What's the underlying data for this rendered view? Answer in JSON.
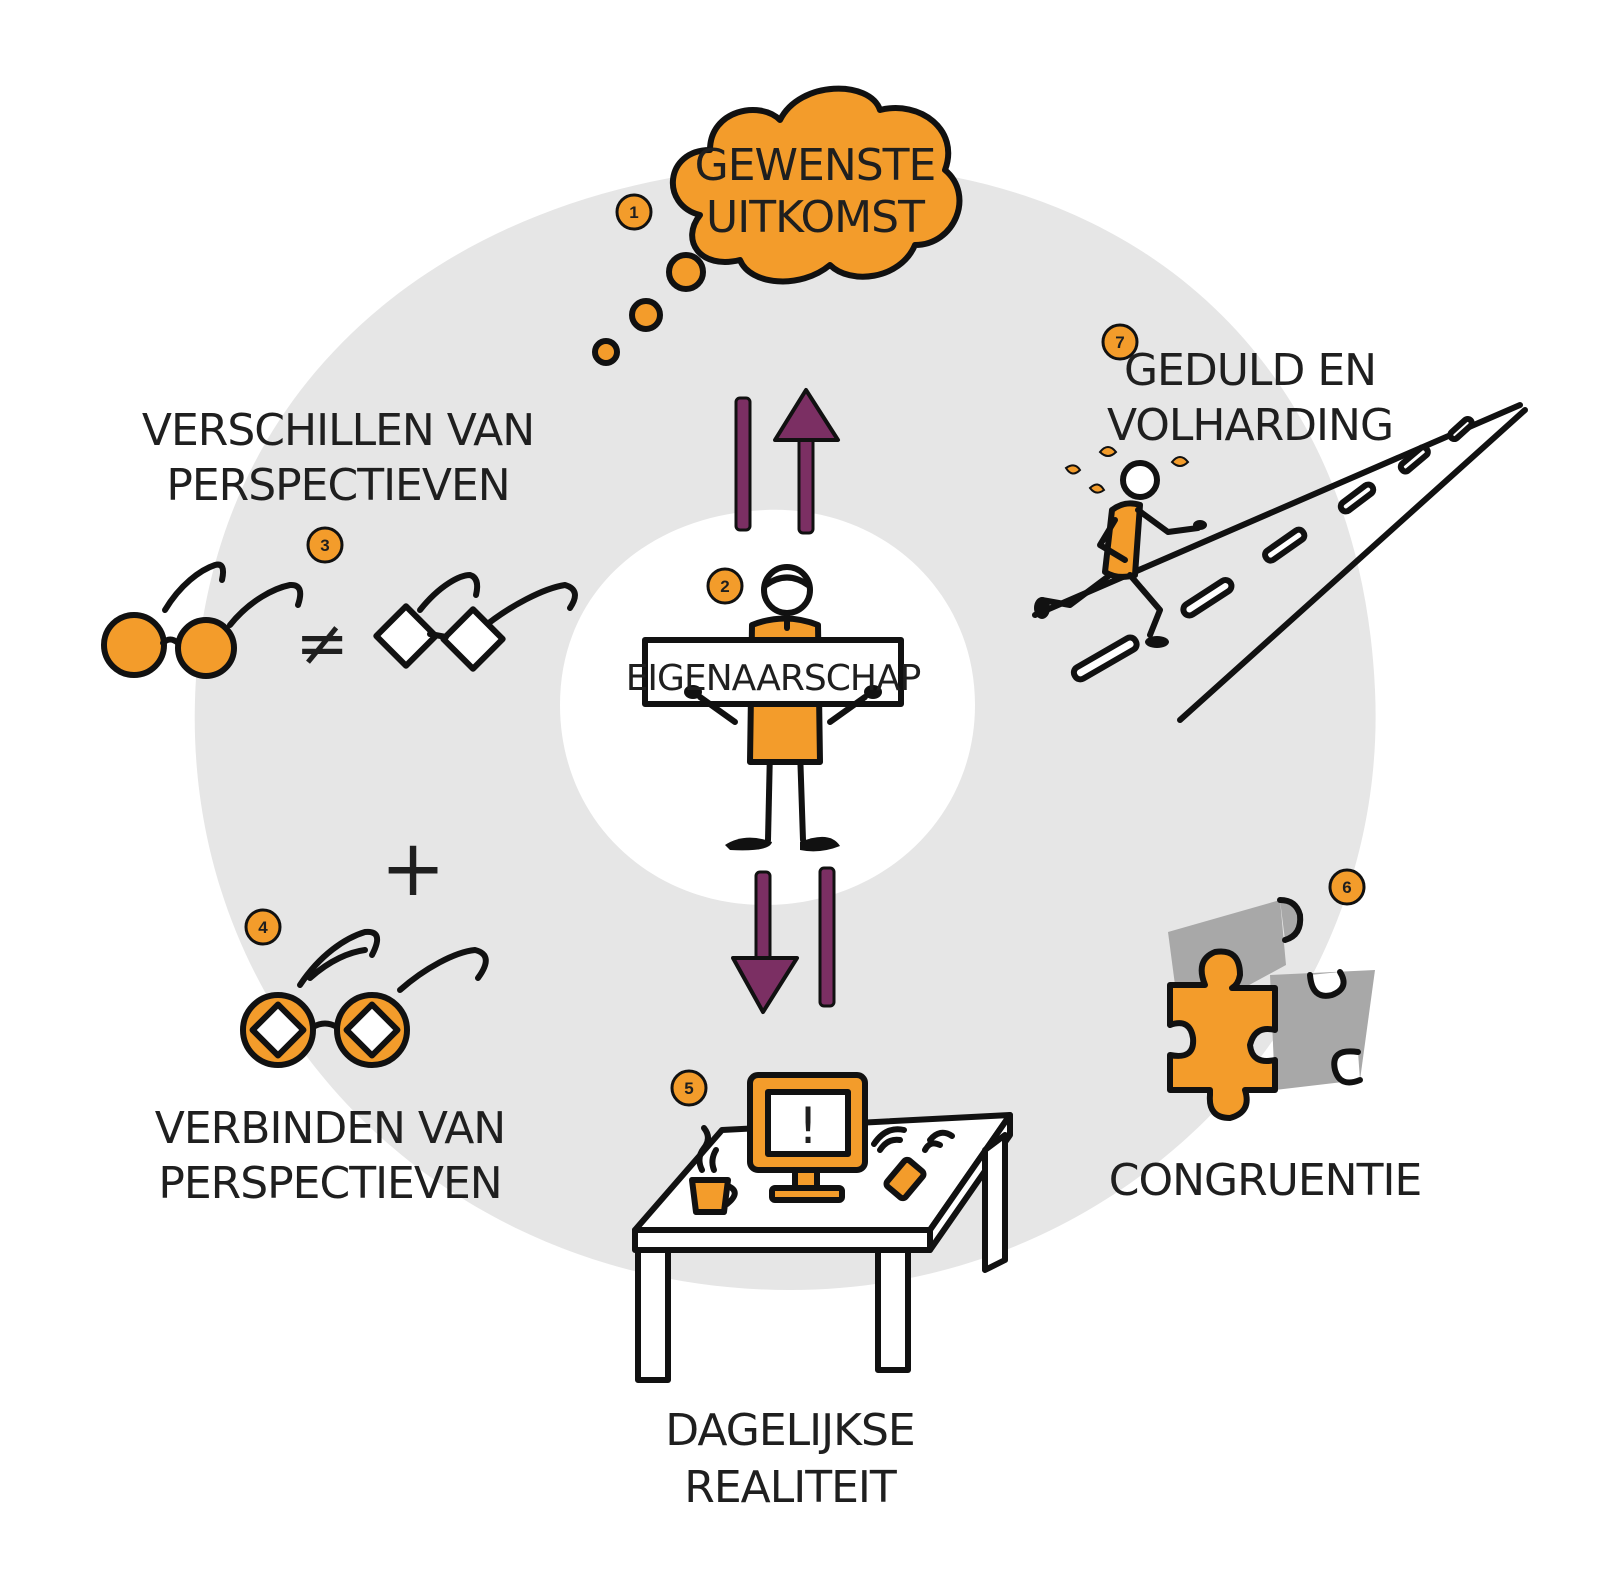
{
  "colors": {
    "orange": "#f39c2b",
    "purple": "#7b2f63",
    "ring": "#e6e6e6",
    "grey_piece": "#a8a8a8",
    "ink": "#111111"
  },
  "steps": [
    {
      "number": "1",
      "line1": "GEWENSTE",
      "line2": "UITKOMST",
      "icon": "thought-cloud-icon"
    },
    {
      "number": "2",
      "line1": "EIGENAARSCHAP",
      "line2": "",
      "icon": "person-holding-sign-icon"
    },
    {
      "number": "3",
      "line1": "VERSCHILLEN VAN",
      "line2": "PERSPECTIEVEN",
      "icon": "different-glasses-icon"
    },
    {
      "number": "4",
      "line1": "VERBINDEN VAN",
      "line2": "PERSPECTIEVEN",
      "icon": "combined-glasses-icon"
    },
    {
      "number": "5",
      "line1": "DAGELIJKSE",
      "line2": "REALITEIT",
      "icon": "desk-with-computer-icon"
    },
    {
      "number": "6",
      "line1": "CONGRUENTIE",
      "line2": "",
      "icon": "puzzle-pieces-icon"
    },
    {
      "number": "7",
      "line1": "GEDULD EN",
      "line2": "VOLHARDING",
      "icon": "runner-on-road-icon"
    }
  ],
  "symbols": {
    "not_equal": "≠",
    "plus": "+",
    "alert": "!"
  }
}
